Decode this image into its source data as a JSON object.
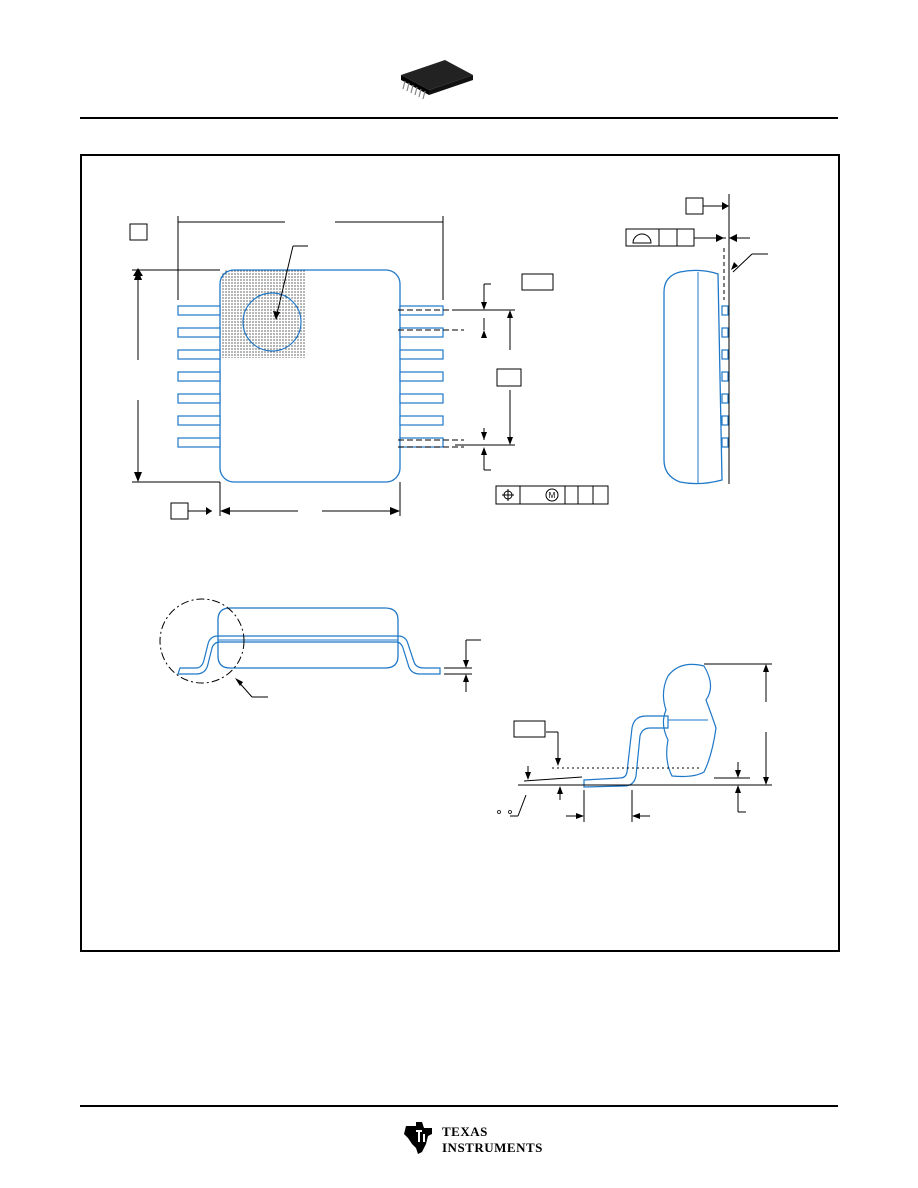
{
  "header": {
    "package_image": "ssop-package-icon"
  },
  "drawing": {
    "outline_color": "#1f78c8",
    "line_color": "#000000",
    "symbols": {
      "profile": "profile-of-surface-symbol",
      "position": "position-tolerance-symbol",
      "mmc": "M"
    }
  },
  "footer": {
    "logo_line1": "Texas",
    "logo_line2": "Instruments"
  }
}
